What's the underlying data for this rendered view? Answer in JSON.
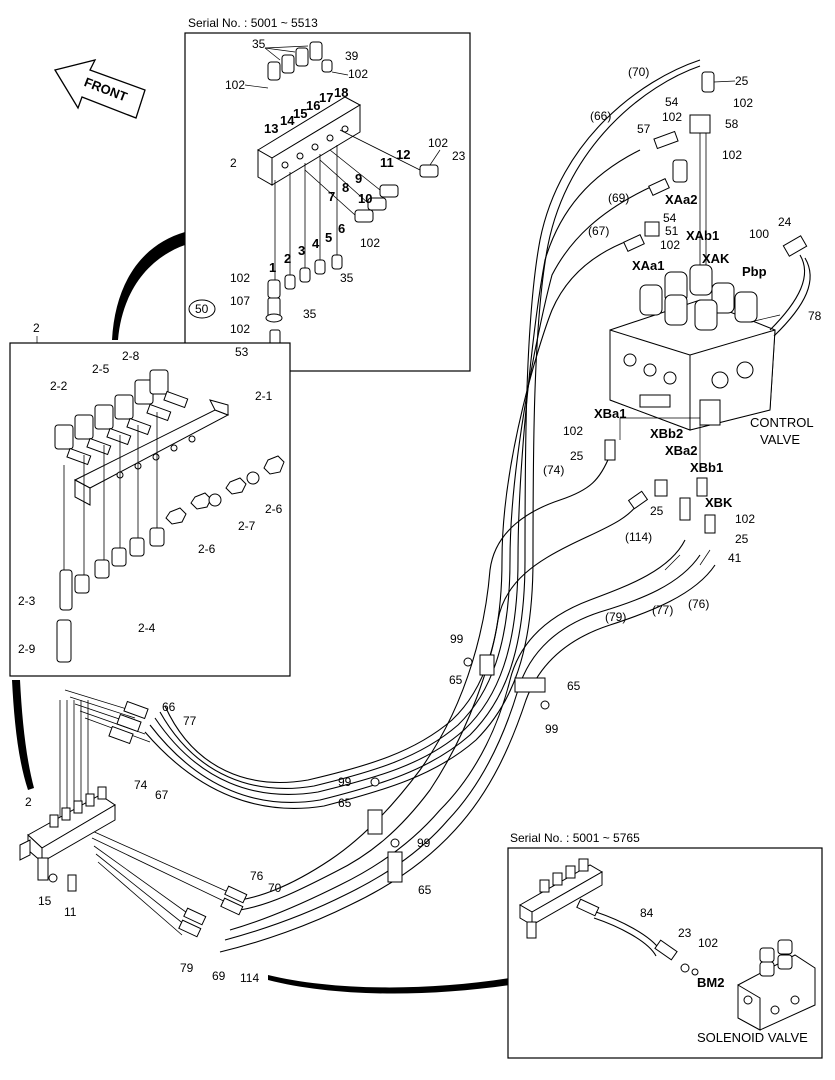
{
  "inset_top": {
    "serial": "Serial No. : 5001 ~ 5513",
    "labels": [
      "35",
      "39",
      "102",
      "102",
      "13",
      "14",
      "15",
      "16",
      "17",
      "18",
      "2",
      "11",
      "12",
      "102",
      "23",
      "9",
      "8",
      "7",
      "10",
      "6",
      "102",
      "5",
      "4",
      "3",
      "2",
      "1",
      "102",
      "107",
      "50",
      "102",
      "53",
      "35",
      "35"
    ]
  },
  "front_label": "FRONT",
  "inset_left": {
    "frame_label": "2",
    "labels": [
      "2-8",
      "2-5",
      "2-2",
      "2-1",
      "2-6",
      "2-7",
      "2-6",
      "2-3",
      "2-4",
      "2-9"
    ]
  },
  "inset_solenoid": {
    "serial": "Serial No. : 5001 ~ 5765",
    "labels": [
      "84",
      "23",
      "102",
      "BM2"
    ],
    "caption": "SOLENOID VALVE"
  },
  "main": {
    "labels": [
      "(70)",
      "25",
      "54",
      "102",
      "102",
      "58",
      "(66)",
      "57",
      "102",
      "(69)",
      "XAa2",
      "54",
      "51",
      "(67)",
      "XAb1",
      "102",
      "24",
      "100",
      "XAa1",
      "XAK",
      "Pbp",
      "78",
      "XBa1",
      "CONTROL",
      "VALVE",
      "102",
      "XBb2",
      "25",
      "XBa2",
      "(74)",
      "XBb1",
      "XBK",
      "25",
      "102",
      "(114)",
      "25",
      "41",
      "(79)",
      "(77)",
      "(76)",
      "99",
      "65",
      "65",
      "99",
      "66",
      "77",
      "74",
      "67",
      "2",
      "99",
      "65",
      "99",
      "15",
      "11",
      "76",
      "70",
      "65",
      "79",
      "69",
      "114"
    ]
  }
}
